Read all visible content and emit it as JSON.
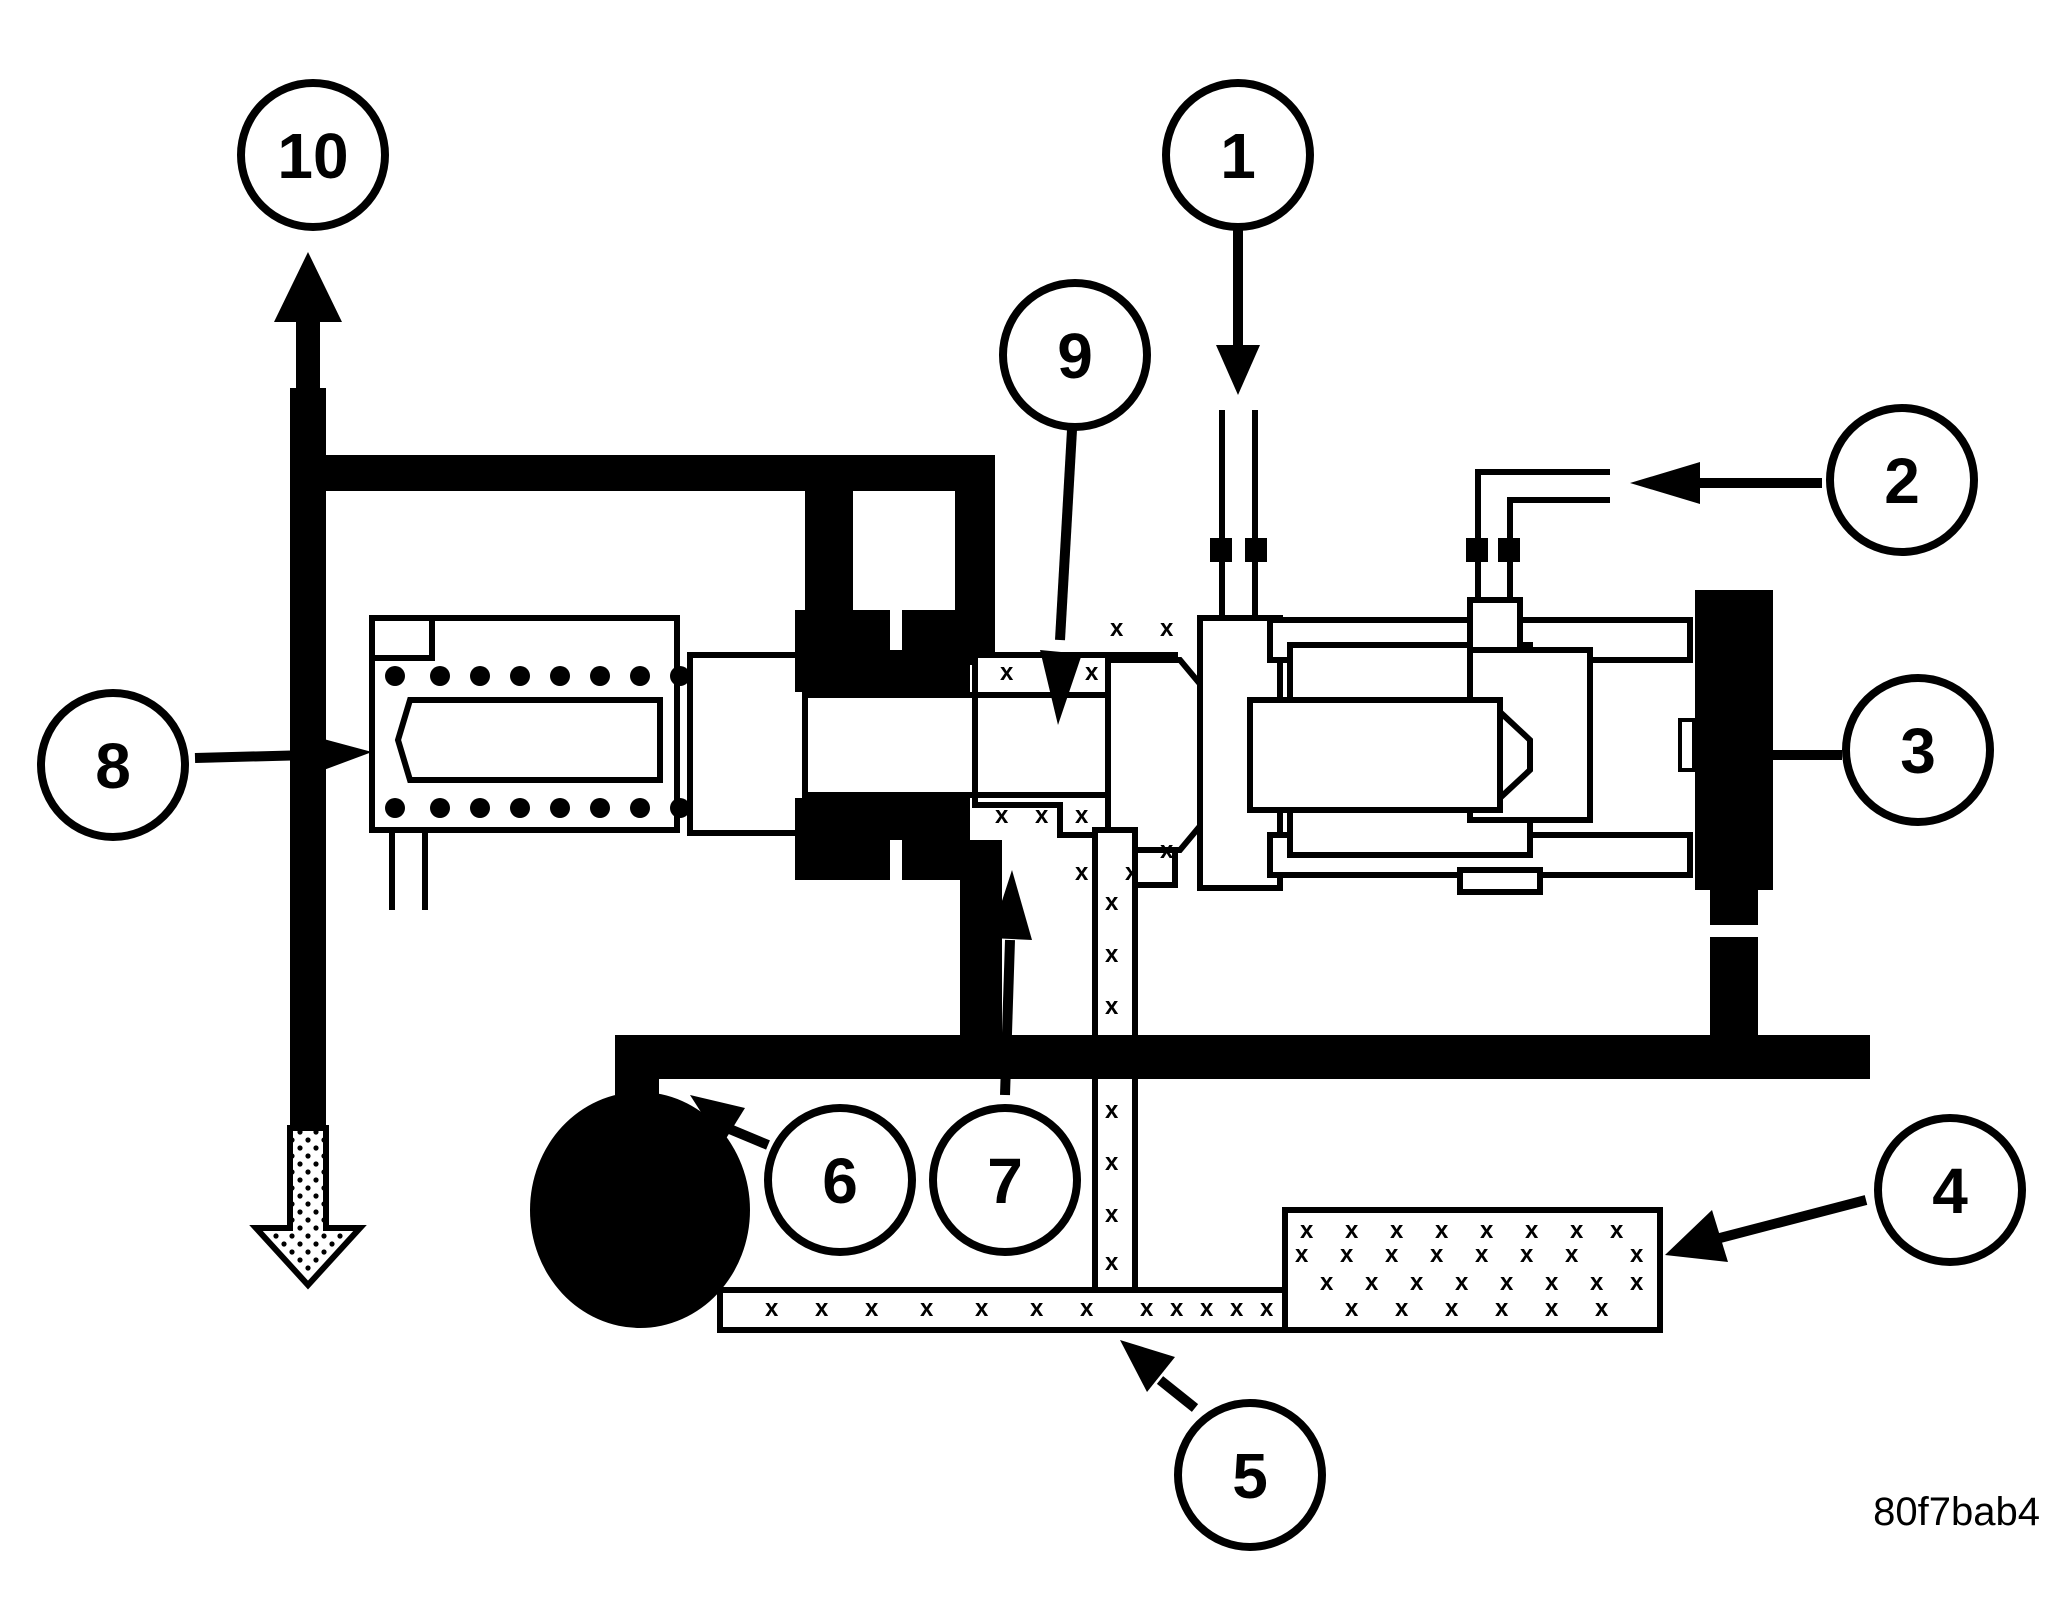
{
  "callouts": {
    "c1": "1",
    "c2": "2",
    "c3": "3",
    "c4": "4",
    "c5": "5",
    "c6": "6",
    "c7": "7",
    "c8": "8",
    "c9": "9",
    "c10": "10"
  },
  "figure_code": "80f7bab4",
  "colors": {
    "ink": "#000000",
    "paper": "#ffffff"
  }
}
